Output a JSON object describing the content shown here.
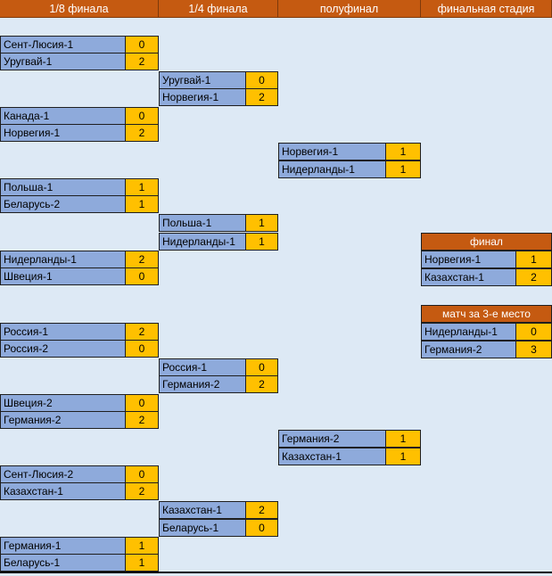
{
  "headers": {
    "r16": "1/8 финала",
    "qf": "1/4 финала",
    "sf": "полуфинал",
    "final_stage": "финальная стадия"
  },
  "r16": [
    {
      "a": "Сент-Люсия-1",
      "as": "0",
      "b": "Уругвай-1",
      "bs": "2"
    },
    {
      "a": "Канада-1",
      "as": "0",
      "b": "Норвегия-1",
      "bs": "2"
    },
    {
      "a": "Польша-1",
      "as": "1",
      "b": "Беларусь-2",
      "bs": "1"
    },
    {
      "a": "Нидерланды-1",
      "as": "2",
      "b": "Швеция-1",
      "bs": "0"
    },
    {
      "a": "Россия-1",
      "as": "2",
      "b": "Россия-2",
      "bs": "0"
    },
    {
      "a": "Швеция-2",
      "as": "0",
      "b": "Германия-2",
      "bs": "2"
    },
    {
      "a": "Сент-Люсия-2",
      "as": "0",
      "b": "Казахстан-1",
      "bs": "2"
    },
    {
      "a": "Германия-1",
      "as": "1",
      "b": "Беларусь-1",
      "bs": "1"
    }
  ],
  "qf": [
    {
      "a": "Уругвай-1",
      "as": "0",
      "b": "Норвегия-1",
      "bs": "2"
    },
    {
      "a": "Польша-1",
      "as": "1",
      "b": "Нидерланды-1",
      "bs": "1"
    },
    {
      "a": "Россия-1",
      "as": "0",
      "b": "Германия-2",
      "bs": "2"
    },
    {
      "a": "Казахстан-1",
      "as": "2",
      "b": "Беларусь-1",
      "bs": "0"
    }
  ],
  "sf": [
    {
      "a": "Норвегия-1",
      "as": "1",
      "b": "Нидерланды-1",
      "bs": "1"
    },
    {
      "a": "Германия-2",
      "as": "1",
      "b": "Казахстан-1",
      "bs": "1"
    }
  ],
  "final": {
    "title": "финал",
    "a": "Норвегия-1",
    "as": "1",
    "b": "Казахстан-1",
    "bs": "2"
  },
  "third": {
    "title": "матч за 3-е место",
    "a": "Нидерланды-1",
    "as": "0",
    "b": "Германия-2",
    "bs": "3"
  }
}
